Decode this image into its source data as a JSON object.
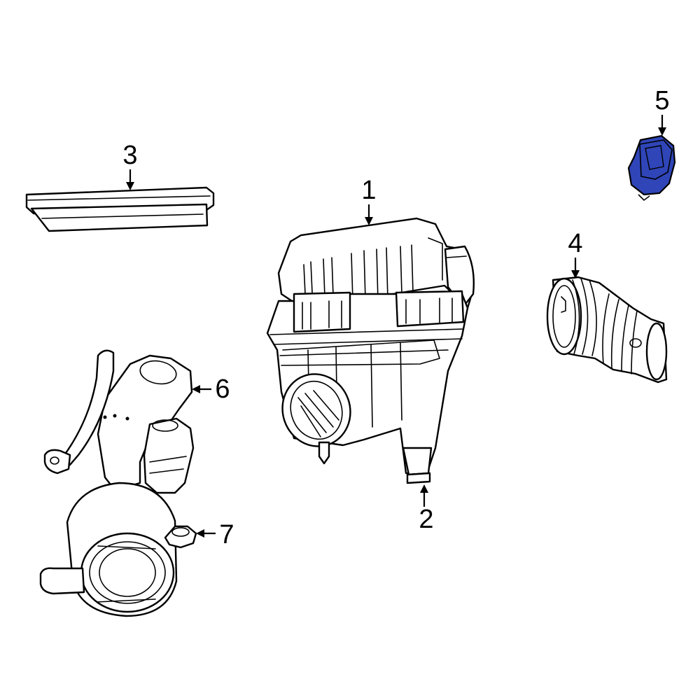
{
  "diagram": {
    "highlight_color": "#2f45b8",
    "highlighted_part": "5",
    "callouts": {
      "part1": "1",
      "part2": "2",
      "part3": "3",
      "part4": "4",
      "part5": "5",
      "part6": "6",
      "part7": "7"
    }
  }
}
